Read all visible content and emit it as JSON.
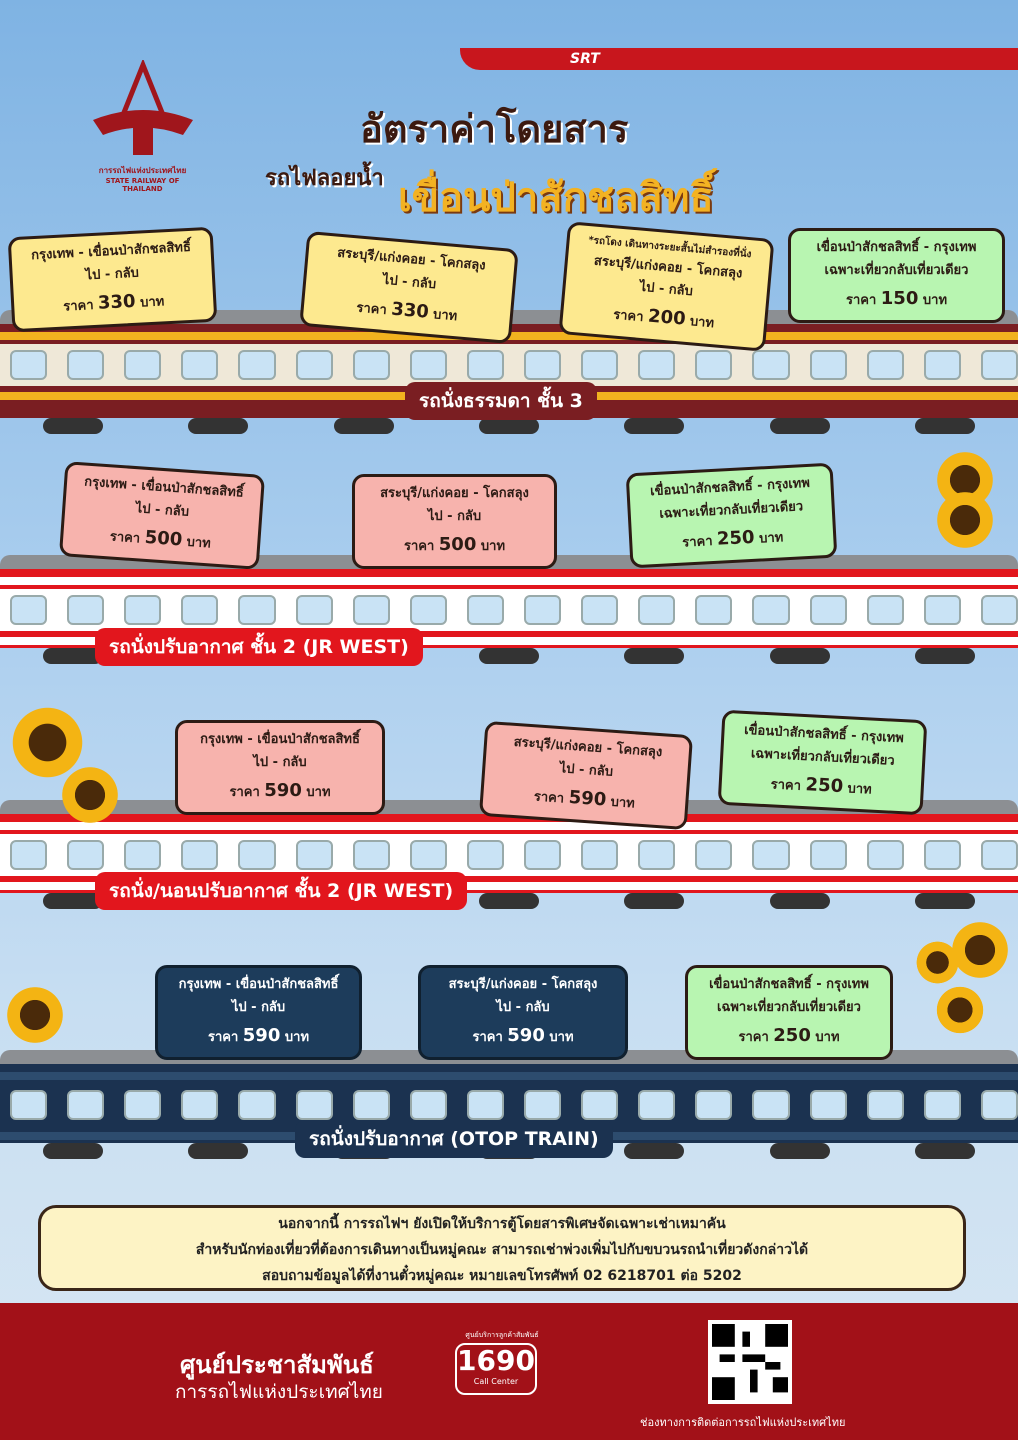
{
  "logo": {
    "thai": "การรถไฟแห่งประเทศไทย",
    "english": "STATE RAILWAY OF THAILAND"
  },
  "brand": "SRT",
  "title": {
    "main": "อัตราค่าโดยสาร",
    "sub": "รถไฟลอยน้ำ",
    "dam": "เขื่อนป่าสักชลสิทธิ์"
  },
  "colors": {
    "footer": "#a21118",
    "yellow_sign": "#fde98f",
    "pink_sign": "#f7b3ad",
    "green_sign": "#b8f5b1",
    "navy_sign": "#1d3c5b"
  },
  "sections": [
    {
      "label": "รถนั่งธรรมดา ชั้น 3",
      "signs": [
        {
          "route": "กรุงเทพ - เขื่อนป่าสักชลสิทธิ์",
          "trip": "ไป - กลับ",
          "price_prefix": "ราคา",
          "price": "330",
          "unit": "บาท"
        },
        {
          "route": "สระบุรี/แก่งคอย - โคกสลุง",
          "trip": "ไป - กลับ",
          "price_prefix": "ราคา",
          "price": "330",
          "unit": "บาท"
        },
        {
          "note": "*รถโดง เดินทางระยะสั้นไม่สำรองที่นั่ง",
          "route": "สระบุรี/แก่งคอย - โคกสลุง",
          "trip": "ไป - กลับ",
          "price_prefix": "ราคา",
          "price": "200",
          "unit": "บาท"
        },
        {
          "route": "เขื่อนป่าสักชลสิทธิ์ - กรุงเทพ",
          "trip": "เฉพาะเที่ยวกลับเที่ยวเดียว",
          "price_prefix": "ราคา",
          "price": "150",
          "unit": "บาท"
        }
      ]
    },
    {
      "label": "รถนั่งปรับอากาศ ชั้น 2  (JR WEST)",
      "signs": [
        {
          "route": "กรุงเทพ - เขื่อนป่าสักชลสิทธิ์",
          "trip": "ไป - กลับ",
          "price_prefix": "ราคา",
          "price": "500",
          "unit": "บาท"
        },
        {
          "route": "สระบุรี/แก่งคอย - โคกสลุง",
          "trip": "ไป - กลับ",
          "price_prefix": "ราคา",
          "price": "500",
          "unit": "บาท"
        },
        {
          "route": "เขื่อนป่าสักชลสิทธิ์ - กรุงเทพ",
          "trip": "เฉพาะเที่ยวกลับเที่ยวเดียว",
          "price_prefix": "ราคา",
          "price": "250",
          "unit": "บาท"
        }
      ]
    },
    {
      "label": "รถนั่ง/นอนปรับอากาศ ชั้น 2 (JR WEST)",
      "signs": [
        {
          "route": "กรุงเทพ - เขื่อนป่าสักชลสิทธิ์",
          "trip": "ไป - กลับ",
          "price_prefix": "ราคา",
          "price": "590",
          "unit": "บาท"
        },
        {
          "route": "สระบุรี/แก่งคอย - โคกสลุง",
          "trip": "ไป - กลับ",
          "price_prefix": "ราคา",
          "price": "590",
          "unit": "บาท"
        },
        {
          "route": "เขื่อนป่าสักชลสิทธิ์ - กรุงเทพ",
          "trip": "เฉพาะเที่ยวกลับเที่ยวเดียว",
          "price_prefix": "ราคา",
          "price": "250",
          "unit": "บาท"
        }
      ]
    },
    {
      "label": "รถนั่งปรับอากาศ (OTOP TRAIN)",
      "signs": [
        {
          "route": "กรุงเทพ - เขื่อนป่าสักชลสิทธิ์",
          "trip": "ไป - กลับ",
          "price_prefix": "ราคา",
          "price": "590",
          "unit": "บาท"
        },
        {
          "route": "สระบุรี/แก่งคอย - โคกสลุง",
          "trip": "ไป - กลับ",
          "price_prefix": "ราคา",
          "price": "590",
          "unit": "บาท"
        },
        {
          "route": "เขื่อนป่าสักชลสิทธิ์ - กรุงเทพ",
          "trip": "เฉพาะเที่ยวกลับเที่ยวเดียว",
          "price_prefix": "ราคา",
          "price": "250",
          "unit": "บาท"
        }
      ]
    }
  ],
  "notice": [
    "นอกจากนี้ การรถไฟฯ ยังเปิดให้บริการตู้โดยสารพิเศษจัดเฉพาะเช่าเหมาคัน",
    "สำหรับนักท่องเที่ยวที่ต้องการเดินทางเป็นหมู่คณะ สามารถเช่าพ่วงเพิ่มไปกับขบวนรถนำเที่ยวดังกล่าวได้",
    "สอบถามข้อมูลได้ที่งานตั๋วหมู่คณะ หมายเลขโทรศัพท์ 02 6218701 ต่อ 5202"
  ],
  "footer": {
    "center": "ศูนย์ประชาสัมพันธ์",
    "org": "การรถไฟแห่งประเทศไทย",
    "call_caption": "ศูนย์บริการลูกค้าสัมพันธ์",
    "call_number": "1690",
    "call_label": "Call Center",
    "qr_caption": "ช่องทางการติดต่อการรถไฟแห่งประเทศไทย"
  }
}
